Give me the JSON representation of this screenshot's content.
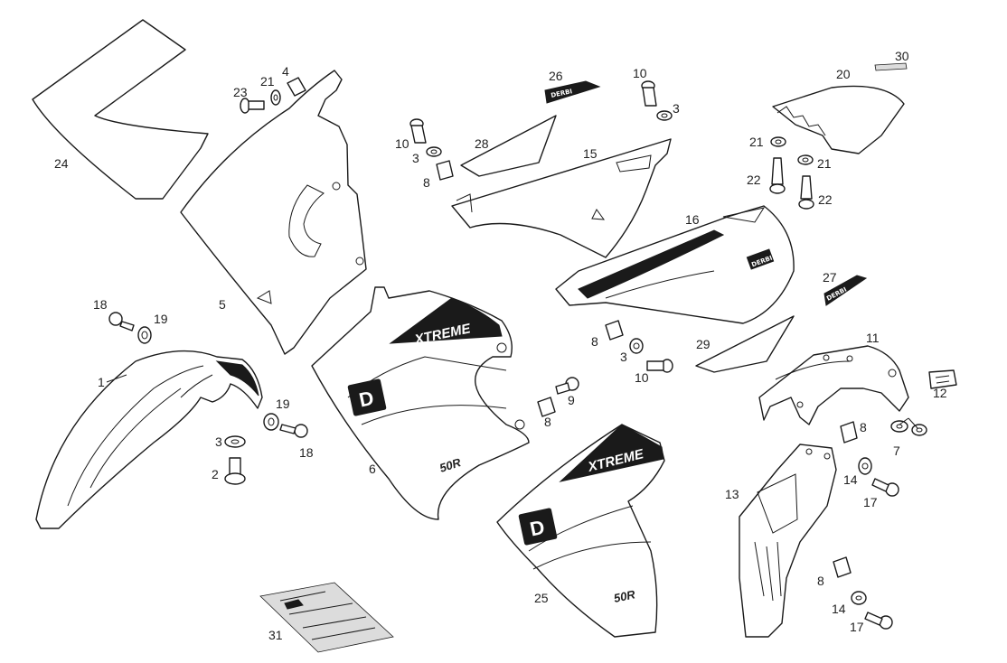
{
  "decals": {
    "brand_letter": "D",
    "model_text": "XTREME",
    "model_small": "DERBI",
    "number_text": "50R",
    "sticker_text": "DERBI"
  },
  "callouts": [
    {
      "id": "c1",
      "text": "1"
    },
    {
      "id": "c2",
      "text": "2"
    },
    {
      "id": "c3a",
      "text": "3"
    },
    {
      "id": "c3b",
      "text": "3"
    },
    {
      "id": "c3c",
      "text": "3"
    },
    {
      "id": "c3d",
      "text": "3"
    },
    {
      "id": "c4",
      "text": "4"
    },
    {
      "id": "c5",
      "text": "5"
    },
    {
      "id": "c6",
      "text": "6"
    },
    {
      "id": "c7",
      "text": "7"
    },
    {
      "id": "c8a",
      "text": "8"
    },
    {
      "id": "c8b",
      "text": "8"
    },
    {
      "id": "c8c",
      "text": "8"
    },
    {
      "id": "c8d",
      "text": "8"
    },
    {
      "id": "c8e",
      "text": "8"
    },
    {
      "id": "c9",
      "text": "9"
    },
    {
      "id": "c10a",
      "text": "10"
    },
    {
      "id": "c10b",
      "text": "10"
    },
    {
      "id": "c10c",
      "text": "10"
    },
    {
      "id": "c11",
      "text": "11"
    },
    {
      "id": "c12",
      "text": "12"
    },
    {
      "id": "c13",
      "text": "13"
    },
    {
      "id": "c14a",
      "text": "14"
    },
    {
      "id": "c14b",
      "text": "14"
    },
    {
      "id": "c15",
      "text": "15"
    },
    {
      "id": "c16",
      "text": "16"
    },
    {
      "id": "c17a",
      "text": "17"
    },
    {
      "id": "c17b",
      "text": "17"
    },
    {
      "id": "c18a",
      "text": "18"
    },
    {
      "id": "c18b",
      "text": "18"
    },
    {
      "id": "c19a",
      "text": "19"
    },
    {
      "id": "c19b",
      "text": "19"
    },
    {
      "id": "c20",
      "text": "20"
    },
    {
      "id": "c21a",
      "text": "21"
    },
    {
      "id": "c21b",
      "text": "21"
    },
    {
      "id": "c21c",
      "text": "21"
    },
    {
      "id": "c22a",
      "text": "22"
    },
    {
      "id": "c22b",
      "text": "22"
    },
    {
      "id": "c23",
      "text": "23"
    },
    {
      "id": "c24",
      "text": "24"
    },
    {
      "id": "c25",
      "text": "25"
    },
    {
      "id": "c26",
      "text": "26"
    },
    {
      "id": "c27",
      "text": "27"
    },
    {
      "id": "c28",
      "text": "28"
    },
    {
      "id": "c29",
      "text": "29"
    },
    {
      "id": "c30",
      "text": "30"
    },
    {
      "id": "c31",
      "text": "31"
    }
  ]
}
